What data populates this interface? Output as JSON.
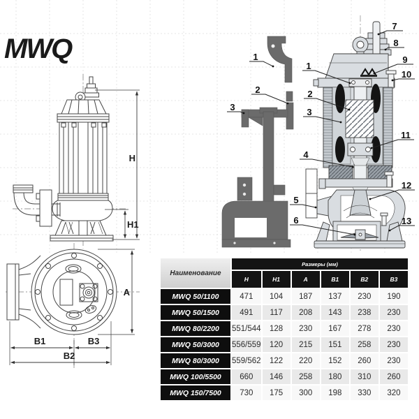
{
  "title": "MWQ",
  "colors": {
    "line": "#444444",
    "installation_part_gray": "#6b6b6b",
    "section_body_gray": "#d9dde1",
    "table_header_black": "#141414",
    "table_name_header_gray": "#dcdcdc",
    "row_light": "#f8f8f8",
    "row_dark": "#e9e9e9"
  },
  "drawing": {
    "dimension_labels": {
      "h": "H",
      "h1": "H1",
      "a": "A",
      "b1": "B1",
      "b2": "B2",
      "b3": "B3"
    }
  },
  "cross_section": {
    "installation_callouts": [
      "1",
      "2",
      "3"
    ],
    "part_callouts": [
      "1",
      "2",
      "3",
      "4",
      "5",
      "6",
      "7",
      "8",
      "9",
      "10",
      "11",
      "12",
      "13"
    ]
  },
  "table": {
    "name_header": "Наименование",
    "group_header": "Размеры (мм)",
    "columns": [
      "H",
      "H1",
      "A",
      "B1",
      "B2",
      "B3"
    ],
    "rows": [
      {
        "name": "MWQ 50/1100",
        "values": [
          "471",
          "104",
          "187",
          "137",
          "230",
          "190"
        ]
      },
      {
        "name": "MWQ 50/1500",
        "values": [
          "491",
          "117",
          "208",
          "143",
          "238",
          "230"
        ]
      },
      {
        "name": "MWQ 80/2200",
        "values": [
          "551/544",
          "128",
          "230",
          "167",
          "278",
          "230"
        ]
      },
      {
        "name": "MWQ 50/3000",
        "values": [
          "556/559",
          "120",
          "215",
          "151",
          "258",
          "230"
        ]
      },
      {
        "name": "MWQ 80/3000",
        "values": [
          "559/562",
          "122",
          "220",
          "152",
          "260",
          "230"
        ]
      },
      {
        "name": "MWQ 100/5500",
        "values": [
          "660",
          "146",
          "258",
          "180",
          "310",
          "260"
        ]
      },
      {
        "name": "MWQ 150/7500",
        "values": [
          "730",
          "175",
          "300",
          "198",
          "330",
          "320"
        ]
      }
    ]
  }
}
